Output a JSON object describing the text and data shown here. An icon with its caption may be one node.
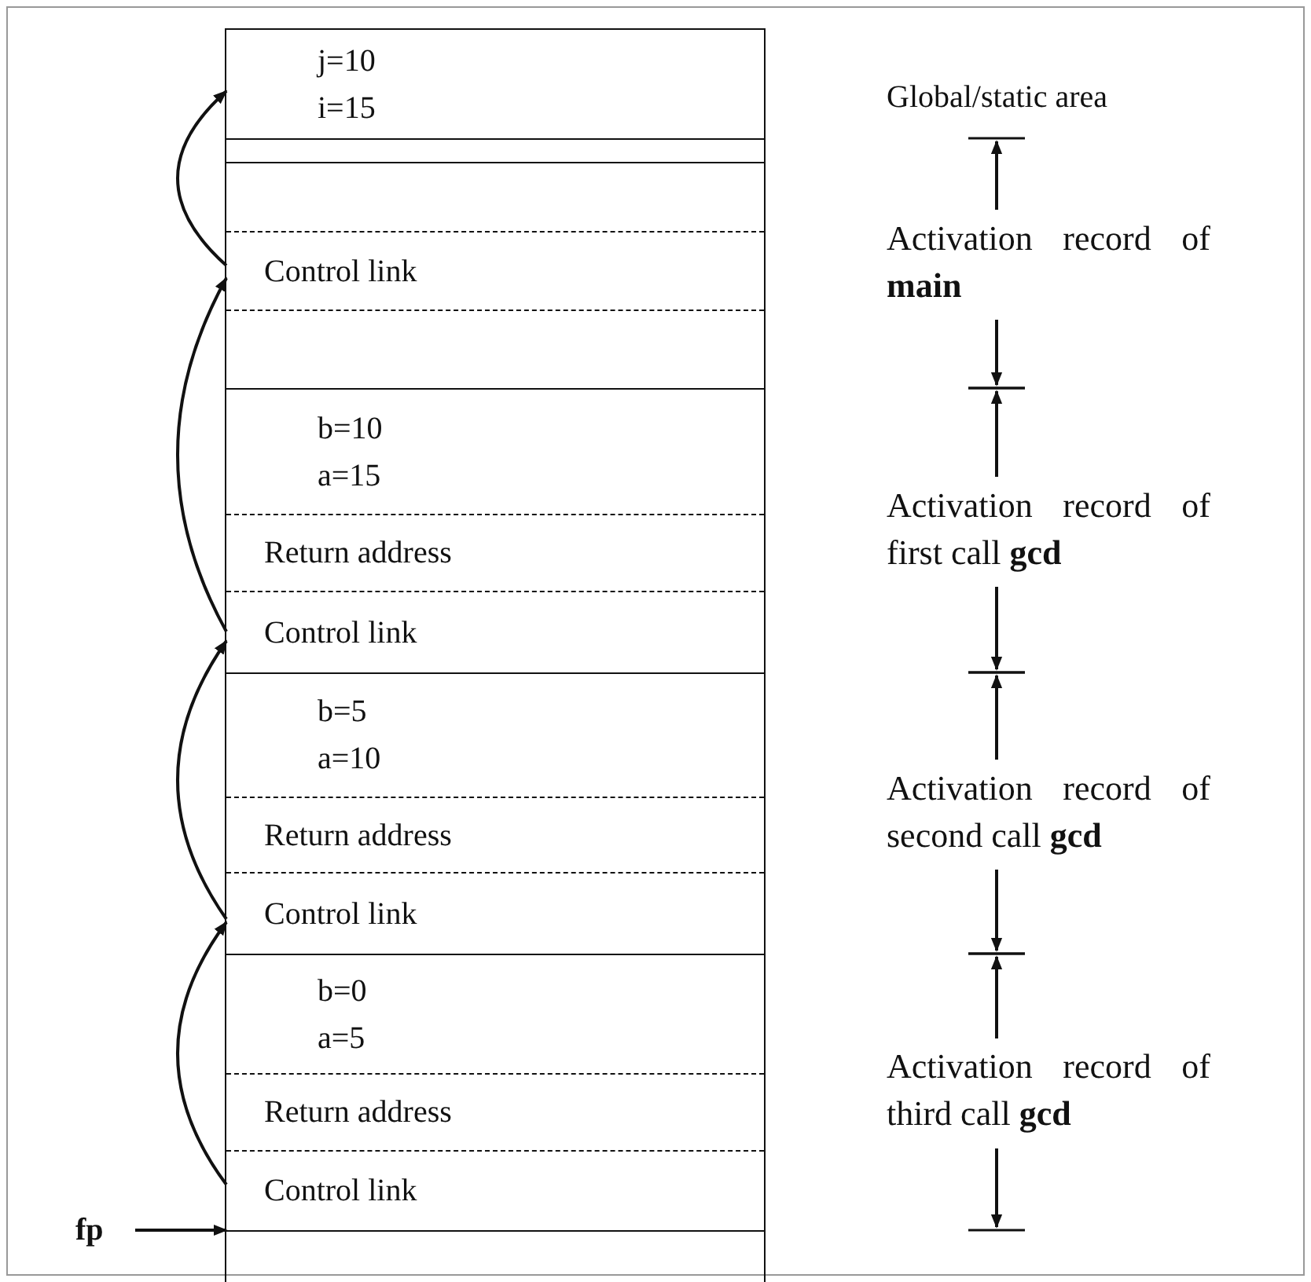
{
  "diagram": {
    "nodes": [
      {
        "text": [
          "j=10",
          "i=15"
        ]
      },
      {
        "text": [],
        "shape": "box"
      },
      {
        "text": [],
        "shape": "box"
      },
      {
        "text": [
          "Control link"
        ]
      },
      {
        "text": [],
        "shape": "box"
      },
      {
        "text": [
          "b=10",
          "a=15"
        ]
      },
      {
        "text": [
          "Return address"
        ]
      },
      {
        "text": [
          "Control link"
        ]
      },
      {
        "text": [
          "b=5",
          "a=10"
        ]
      },
      {
        "text": [
          "Return address"
        ]
      },
      {
        "text": [
          "Control link"
        ]
      },
      {
        "text": [
          "b=0",
          "a=5"
        ]
      },
      {
        "text": [
          "Return address"
        ]
      },
      {
        "text": [
          "Control link"
        ]
      },
      {
        "text": [],
        "shape": "box"
      },
      {
        "text": [
          "fp"
        ]
      }
    ],
    "edges": [
      {
        "from": 3,
        "to": 0,
        "arrow": "to"
      },
      {
        "from": 7,
        "to": 3,
        "arrow": "to"
      },
      {
        "from": 10,
        "to": 7,
        "arrow": "to"
      },
      {
        "from": 13,
        "to": 10,
        "arrow": "to"
      },
      {
        "from": 15,
        "to": 14,
        "arrow": "to"
      }
    ],
    "labels": [
      "Global/static area",
      "Activation record of **main**",
      "Activation record of first call **gcd**",
      "Activation record of second call **gcd**",
      "Activation record of third call **gcd**"
    ]
  }
}
